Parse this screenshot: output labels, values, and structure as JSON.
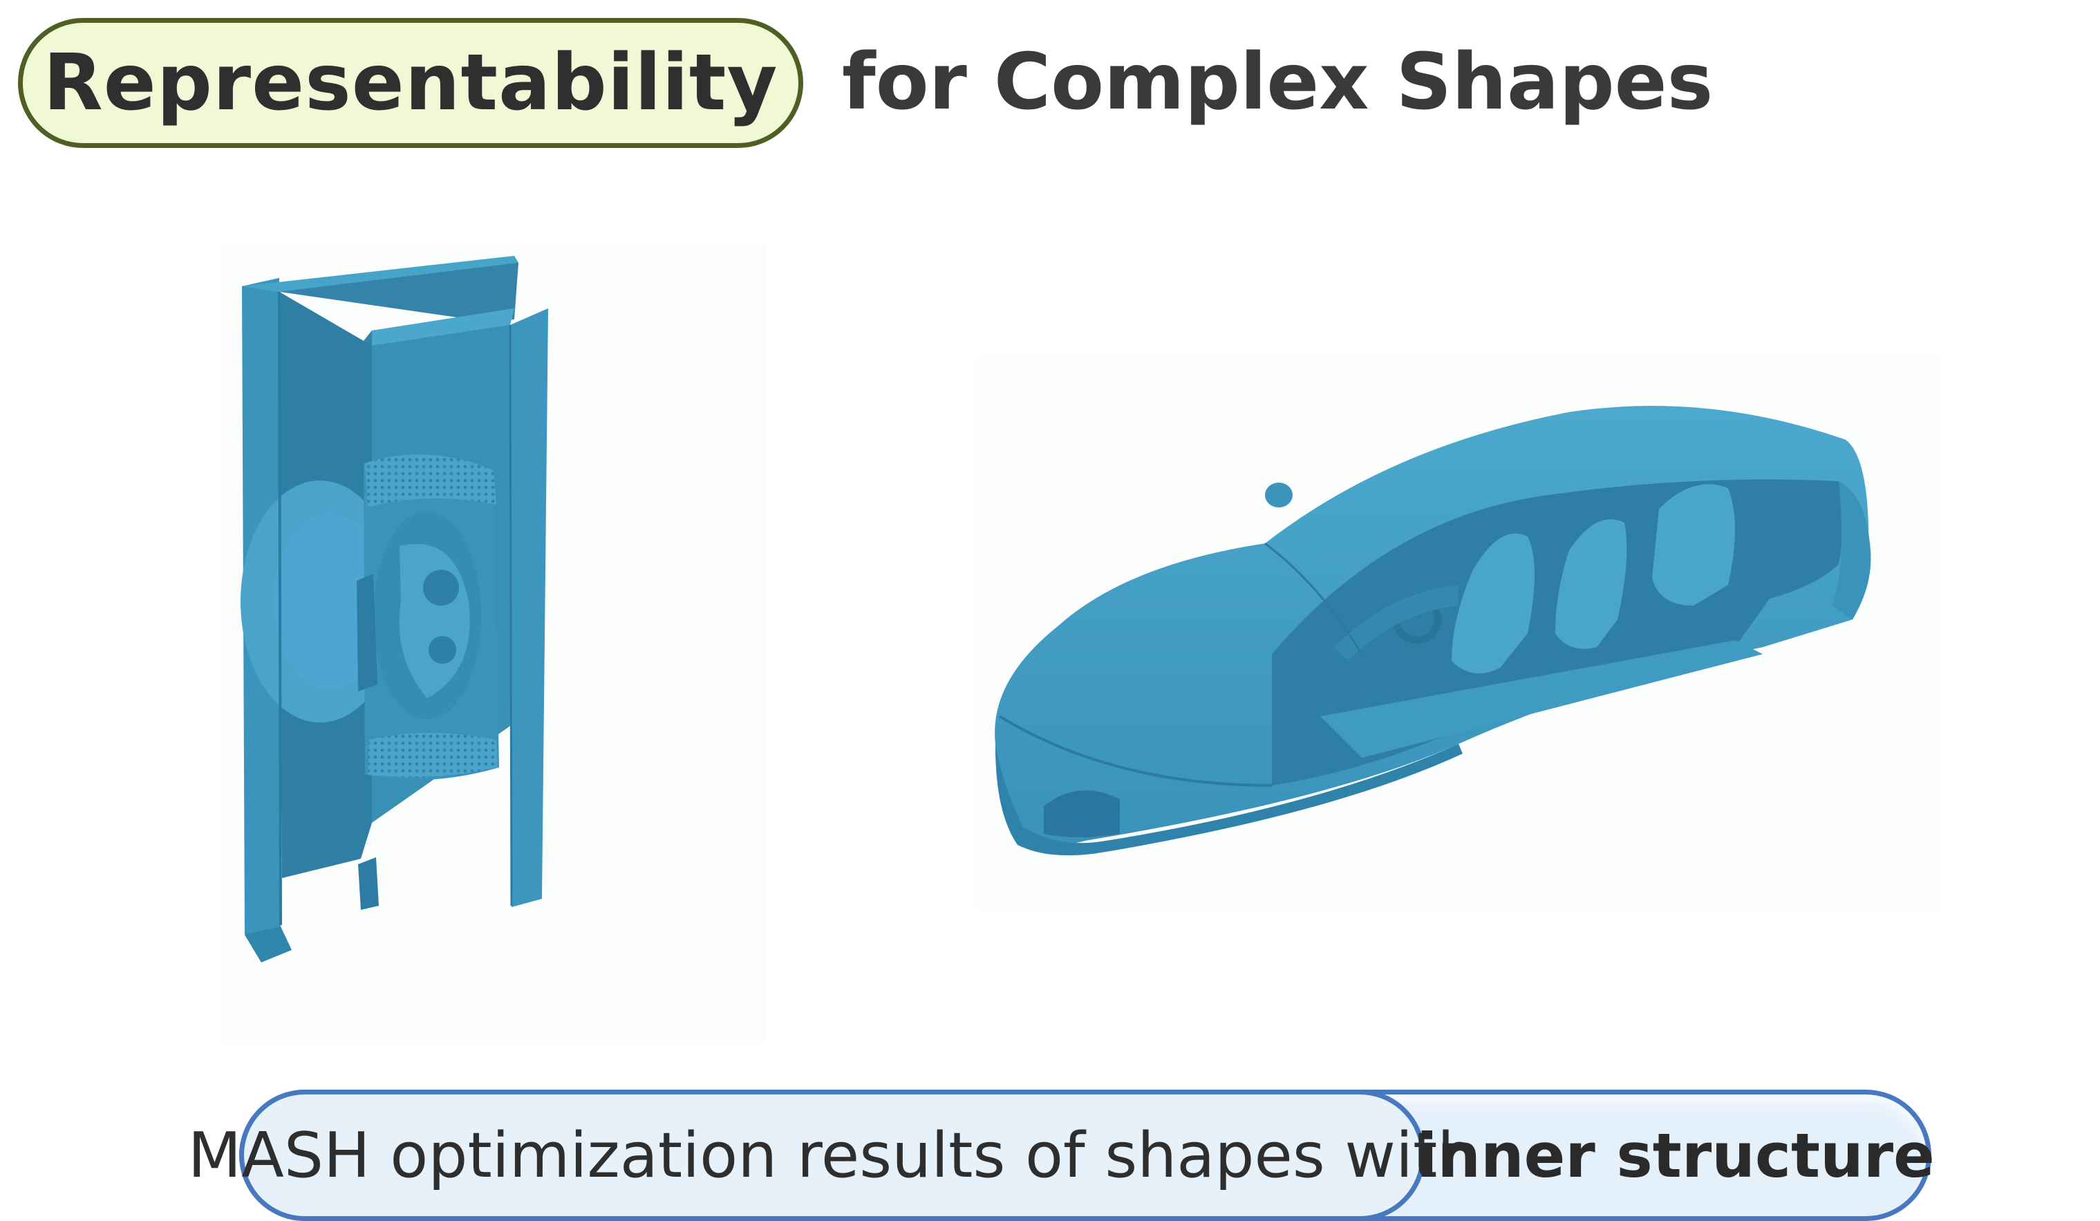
{
  "header": {
    "pill_text": "Representability",
    "rest_text": "for Complex Shapes",
    "pill_fill": "#f1f8d6",
    "pill_border": "#4f5f24"
  },
  "figures": [
    {
      "subject": "cabinet-with-inner-parts",
      "color": "#3d97bd"
    },
    {
      "subject": "car-with-interior",
      "color": "#3d97bd"
    }
  ],
  "caption": {
    "regular_text": "MASH optimization results of shapes with",
    "bold_text": "inner structure",
    "fill": "#e4f0fa",
    "border": "#4878c0"
  }
}
